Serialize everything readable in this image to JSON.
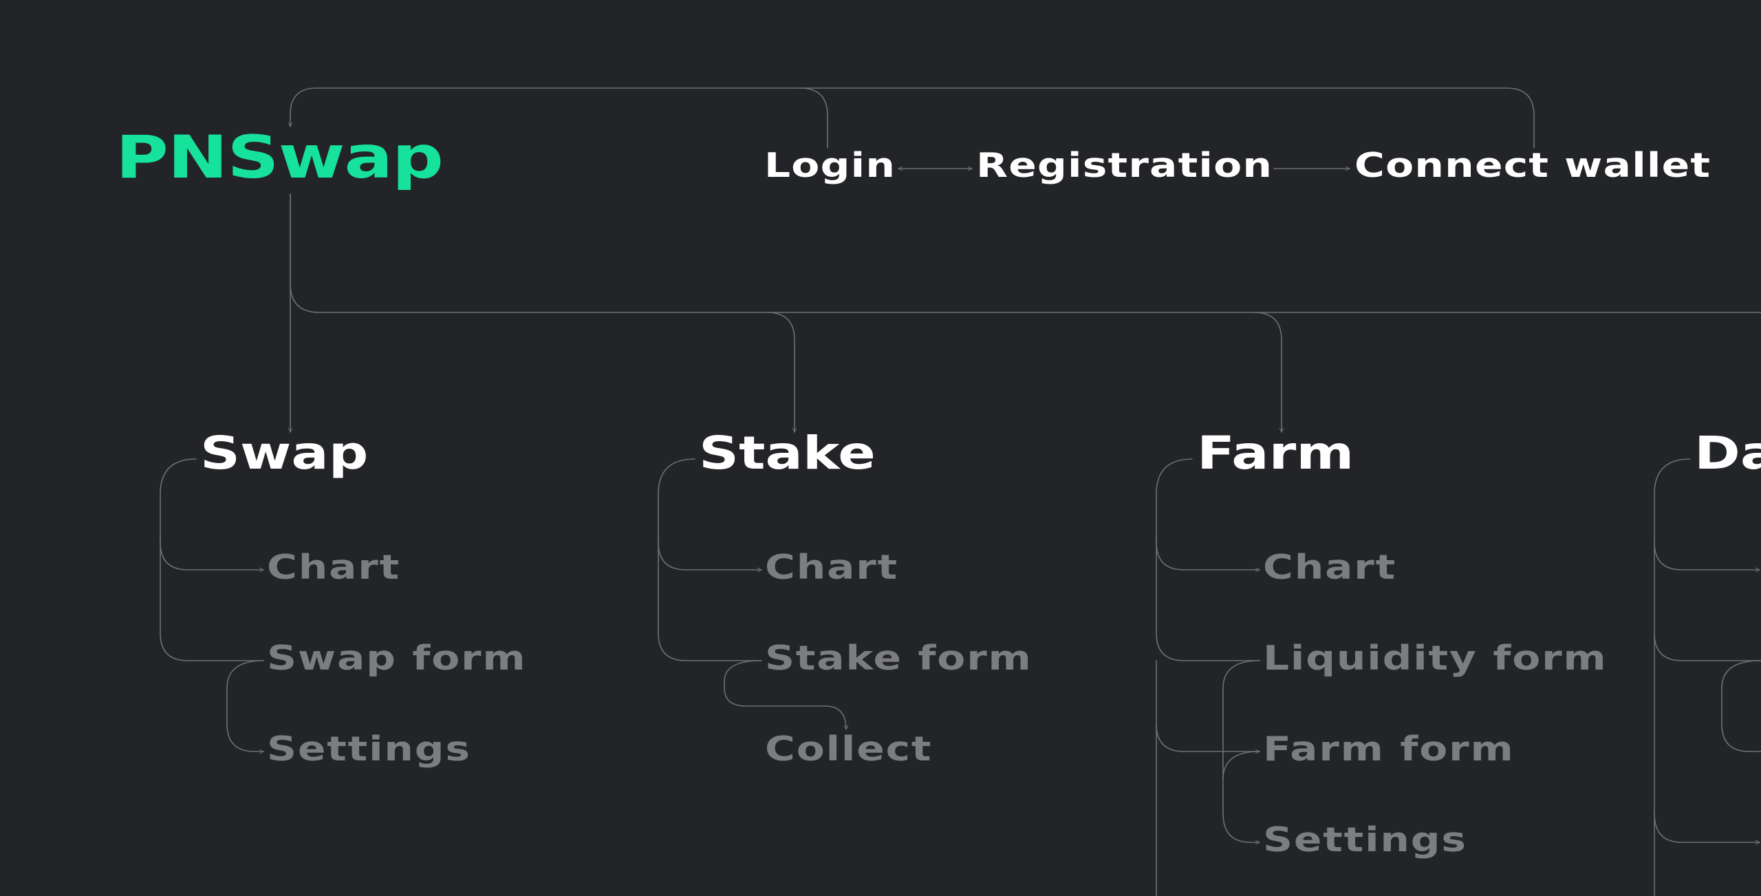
{
  "colors": {
    "background": "#232427",
    "brand": "#16e29c",
    "heading": "#ffffff",
    "sub_item": "#7c7d81",
    "connector": "#6e6f73"
  },
  "brand": {
    "name": "PNSwap"
  },
  "top_nav": {
    "login": "Login",
    "registration": "Registration",
    "connect_wallet": "Connect wallet"
  },
  "sections": [
    {
      "title": "Swap",
      "items": [
        "Chart",
        "Swap form",
        "Settings"
      ]
    },
    {
      "title": "Stake",
      "items": [
        "Chart",
        "Stake form",
        "Collect"
      ]
    },
    {
      "title": "Farm",
      "items": [
        "Chart",
        "Liquidity form",
        "Farm form",
        "Settings"
      ]
    },
    {
      "title": "Da",
      "items": []
    }
  ]
}
